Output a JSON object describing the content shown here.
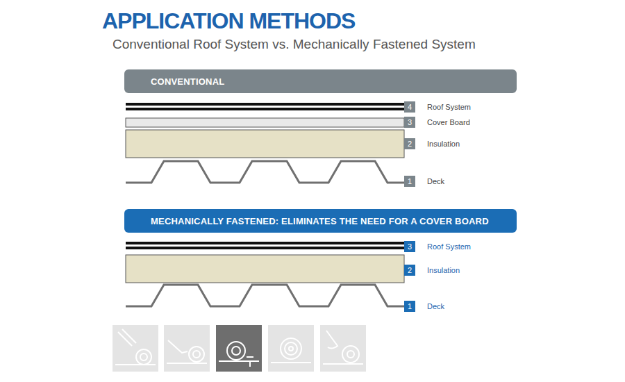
{
  "diagram": {
    "title": "APPLICATION METHODS",
    "nodes": [
      {
        "text": [
          "CONVENTIONAL"
        ]
      },
      {
        "text": [
          "4",
          "Roof System"
        ]
      },
      {
        "text": [
          "3",
          "Cover Board"
        ]
      },
      {
        "text": [
          "2",
          "Insulation"
        ]
      },
      {
        "text": [
          "1",
          "Deck"
        ]
      },
      {
        "text": [
          "MECHANICALLY FASTENED: ELIMINATES THE NEED FOR A COVER BOARD"
        ]
      },
      {
        "text": [
          "3",
          "Roof System"
        ]
      },
      {
        "text": [
          "2",
          "Insulation"
        ]
      },
      {
        "text": [
          "1",
          "Deck"
        ]
      }
    ],
    "labels": [
      "Conventional Roof System vs. Mechanically Fastened System"
    ]
  }
}
